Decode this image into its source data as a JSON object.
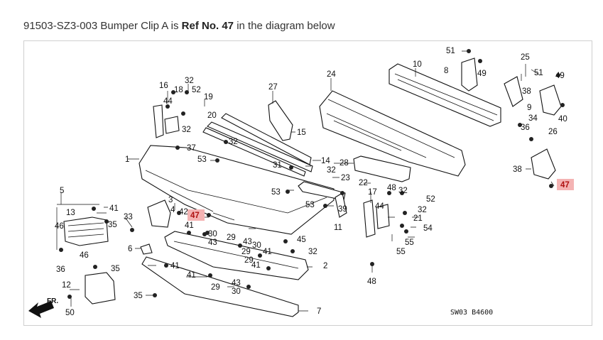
{
  "caption": {
    "part_number": "91503-SZ3-003",
    "part_name": "Bumper Clip A",
    "is_text": "is",
    "ref_prefix": "Ref No.",
    "ref_number": "47",
    "suffix": "in the diagram below"
  },
  "diagram": {
    "code": "SW03  B4600",
    "direction_label": "FR.",
    "highlight_ref": "47",
    "labels": {
      "l1": "1",
      "l2": "2",
      "l3": "3",
      "l4": "4",
      "l5": "5",
      "l6": "6",
      "l7": "7",
      "l8": "8",
      "l9": "9",
      "l10": "10",
      "l11": "11",
      "l12": "12",
      "l13": "13",
      "l14": "14",
      "l15": "15",
      "l16": "16",
      "l17": "17",
      "l18": "18",
      "l19": "19",
      "l20": "20",
      "l21": "21",
      "l22": "22",
      "l23": "23",
      "l24": "24",
      "l25": "25",
      "l26": "26",
      "l27": "27",
      "l28": "28",
      "l29a": "29",
      "l29b": "29",
      "l29c": "29",
      "l30a": "30",
      "l30b": "30",
      "l30c": "30",
      "l31": "31",
      "l32a": "32",
      "l32b": "32",
      "l32c": "32",
      "l32d": "32",
      "l32e": "32",
      "l32f": "32",
      "l32g": "32",
      "l33": "33",
      "l34": "34",
      "l35a": "35",
      "l35b": "35",
      "l36a": "36",
      "l36b": "36",
      "l37": "37",
      "l38a": "38",
      "l38b": "38",
      "l39": "39",
      "l40": "40",
      "l41a": "41",
      "l41b": "41",
      "l41c": "41",
      "l41d": "41",
      "l41e": "41",
      "l41f": "41",
      "l42": "42",
      "l43a": "43",
      "l43b": "43",
      "l43c": "43",
      "l44a": "44",
      "l44b": "44",
      "l45": "45",
      "l46a": "46",
      "l46b": "46",
      "l47a": "47",
      "l47b": "47",
      "l48a": "48",
      "l48b": "48",
      "l49a": "49",
      "l49b": "49",
      "l50": "50",
      "l51a": "51",
      "l51b": "51",
      "l52a": "52",
      "l52b": "52",
      "l53a": "53",
      "l53b": "53",
      "l53c": "53",
      "l54": "54",
      "l55a": "55",
      "l55b": "55"
    }
  }
}
